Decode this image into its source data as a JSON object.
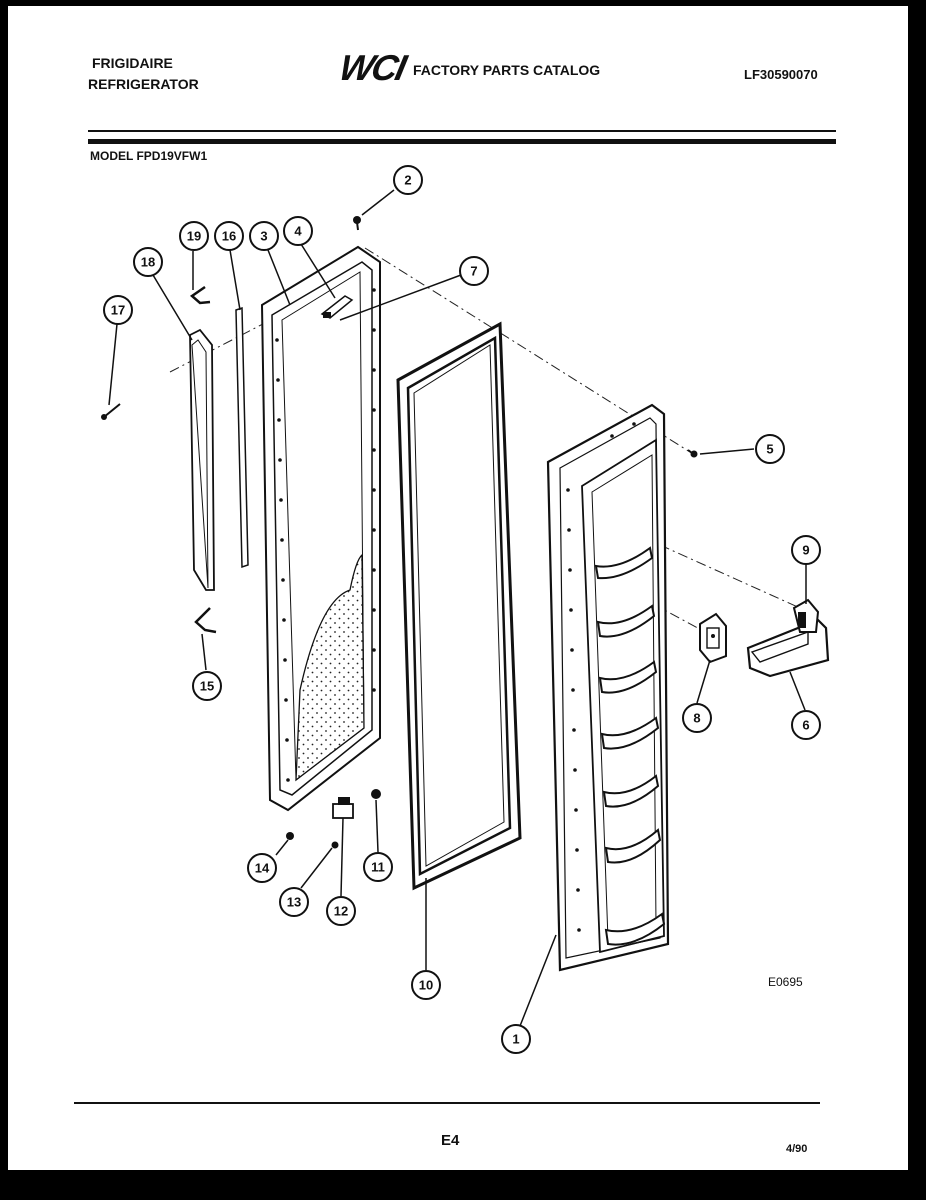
{
  "header": {
    "brand_line1": "FRIGIDAIRE",
    "brand_line2": "REFRIGERATOR",
    "logo": "WCI",
    "catalog_title": "FACTORY PARTS CATALOG",
    "part_number": "LF30590070"
  },
  "model": "MODEL FPD19VFW1",
  "callouts": [
    "1",
    "2",
    "3",
    "4",
    "5",
    "6",
    "7",
    "8",
    "9",
    "10",
    "11",
    "12",
    "13",
    "14",
    "15",
    "16",
    "17",
    "18",
    "19"
  ],
  "footer": {
    "drawing_code": "E0695",
    "page": "E4",
    "date": "4/90"
  }
}
